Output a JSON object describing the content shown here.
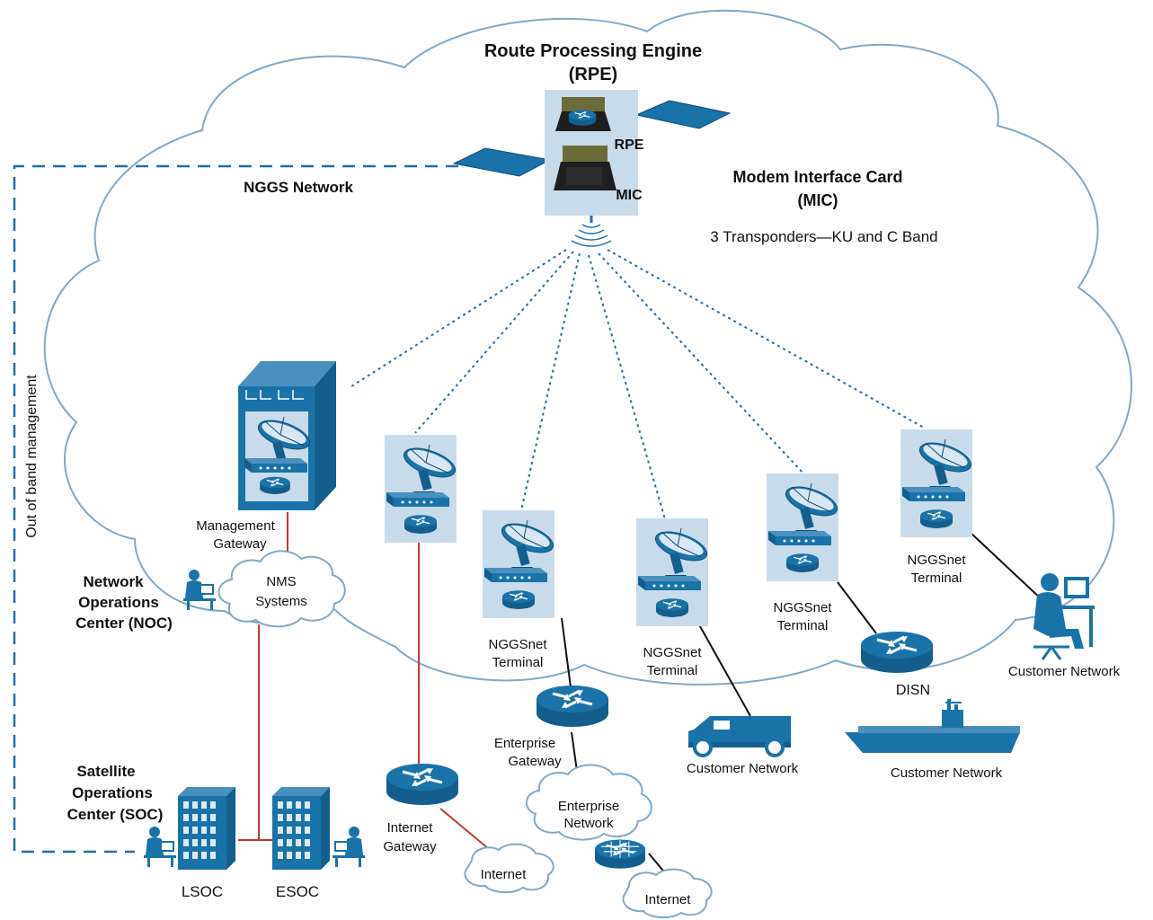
{
  "colors": {
    "cloud_stroke": "#7fa9c7",
    "dashed_link": "#1f6fa6",
    "wireless_link": "#1f6fa6",
    "nms_link": "#c0392b",
    "ethernet_link": "#111111",
    "device_blue": "#1a73a8",
    "panel_bg": "#c8dbea"
  },
  "labels": {
    "rpe_title_1": "Route Processing Engine",
    "rpe_title_2": "(RPE)",
    "rpe_card": "RPE",
    "mic_card": "MIC",
    "mic_title_1": "Modem Interface Card",
    "mic_title_2": "(MIC)",
    "transponders": "3 Transponders—KU and C Band",
    "nggs_network": "NGGS Network",
    "out_of_band": "Out of band management",
    "mgmt_gw_1": "Management",
    "mgmt_gw_2": "Gateway",
    "nms_1": "NMS",
    "nms_2": "Systems",
    "noc_1": "Network",
    "noc_2": "Operations",
    "noc_3": "Center (NOC)",
    "soc_1": "Satellite",
    "soc_2": "Operations",
    "soc_3": "Center (SOC)",
    "lsoc": "LSOC",
    "esoc": "ESOC",
    "inet_gw_1": "Internet",
    "inet_gw_2": "Gateway",
    "internet": "Internet",
    "ent_gw_1": "Enterprise",
    "ent_gw_2": "Gateway",
    "ent_net_1": "Enterprise",
    "ent_net_2": "Network",
    "terminal_1": "NGGSnet",
    "terminal_2": "Terminal",
    "customer_network": "Customer Network",
    "disn": "DISN"
  },
  "icons": [
    "cloud-icon",
    "satellite-icon",
    "satellite-dish-icon",
    "router-icon",
    "modem-icon",
    "server-rack-icon",
    "building-icon",
    "person-at-desk-icon",
    "truck-icon",
    "ship-icon",
    "firewall-router-icon"
  ]
}
